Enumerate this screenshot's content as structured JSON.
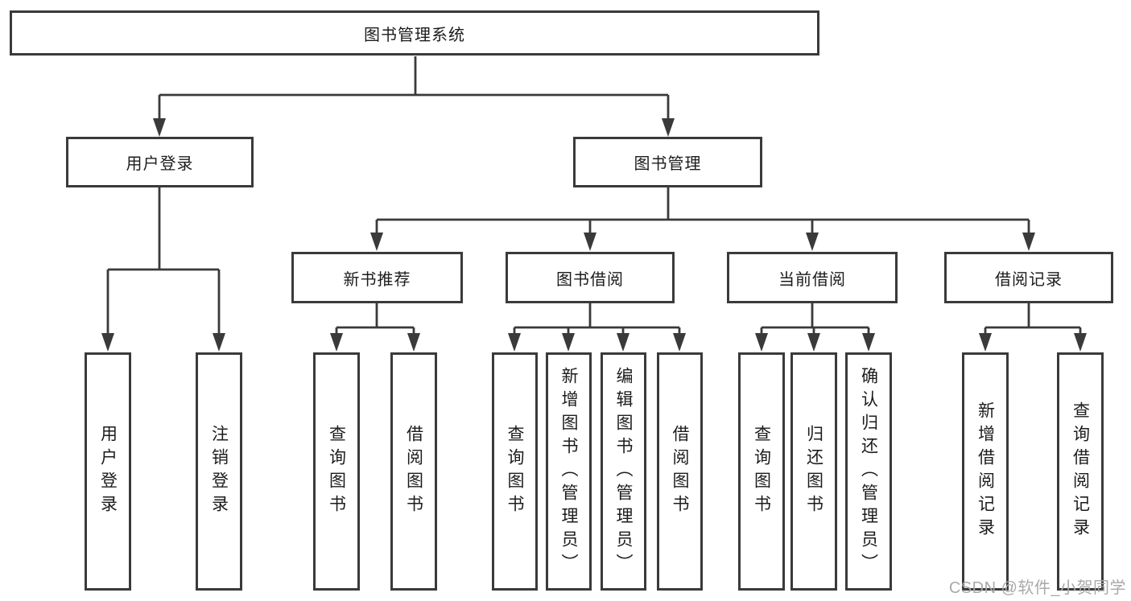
{
  "diagram": {
    "title": "图书管理系统",
    "level2": {
      "user_login": "用户登录",
      "book_mgmt": "图书管理"
    },
    "level3": {
      "new_book_rec": "新书推荐",
      "book_borrow": "图书借阅",
      "current_borrow": "当前借阅",
      "borrow_record": "借阅记录"
    },
    "leaves": {
      "user_login": [
        "用户登录",
        "注销登录"
      ],
      "new_book_rec": [
        "查询图书",
        "借阅图书"
      ],
      "book_borrow": [
        "查询图书",
        "新增图书（管理员）",
        "编辑图书（管理员）",
        "借阅图书"
      ],
      "current_borrow": [
        "查询图书",
        "归还图书",
        "确认归还（管理员）"
      ],
      "borrow_record": [
        "新增借阅记录",
        "查询借阅记录"
      ]
    }
  },
  "watermark": {
    "text": "CSDN @软件_小贺同学"
  },
  "colors": {
    "line": "#3a3a3a",
    "text": "#1c1c1c",
    "watermark": "#a9a9a9",
    "background": "#ffffff"
  }
}
